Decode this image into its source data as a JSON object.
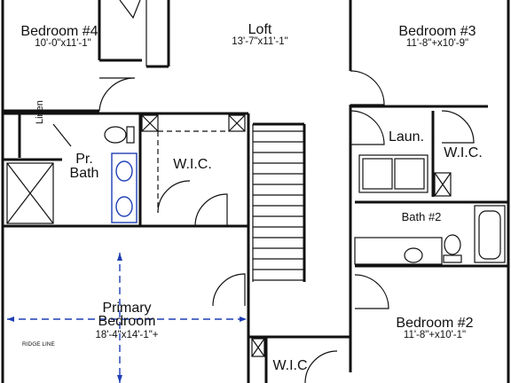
{
  "rooms": {
    "bedroom4": {
      "name": "Bedroom #4",
      "dims": "10'-0\"x11'-1\""
    },
    "loft": {
      "name": "Loft",
      "dims": "13'-7\"x11'-1\""
    },
    "bedroom3": {
      "name": "Bedroom #3",
      "dims": "11'-8\"+x10'-9\""
    },
    "linen": {
      "name": "Linen"
    },
    "pr_bath": {
      "name_line1": "Pr.",
      "name_line2": "Bath"
    },
    "wic_primary": {
      "name": "W.I.C."
    },
    "laundry": {
      "name": "Laun."
    },
    "wic_bed3": {
      "name": "W.I.C."
    },
    "bath2": {
      "name": "Bath #2"
    },
    "primary_bedroom": {
      "name_line1": "Primary",
      "name_line2": "Bedroom",
      "dims": "18'-4\"x14'-1\"+"
    },
    "bedroom2": {
      "name": "Bedroom #2",
      "dims": "11'-8\"+x10'-1\""
    },
    "wic_bed2": {
      "name": "W.I.C"
    }
  },
  "annotations": {
    "ridge_line": "RIDGE LINE"
  },
  "colors": {
    "wall": "#111111",
    "fixture_blue": "#1f3fb5",
    "background": "#ffffff"
  }
}
